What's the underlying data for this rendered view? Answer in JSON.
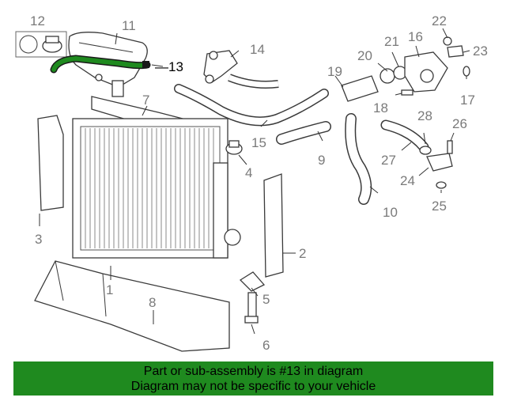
{
  "diagram": {
    "highlighted_part": "13",
    "highlight_color": "#1f8a1f",
    "callouts": [
      "1",
      "2",
      "3",
      "4",
      "5",
      "6",
      "7",
      "8",
      "9",
      "10",
      "11",
      "12",
      "13",
      "14",
      "15",
      "16",
      "17",
      "18",
      "19",
      "20",
      "21",
      "22",
      "23",
      "24",
      "25",
      "26",
      "27",
      "28"
    ]
  },
  "banner": {
    "line1": "Part or sub-assembly is #13 in diagram",
    "line2": "Diagram may not be specific to your vehicle",
    "background": "#1f8a1f"
  }
}
